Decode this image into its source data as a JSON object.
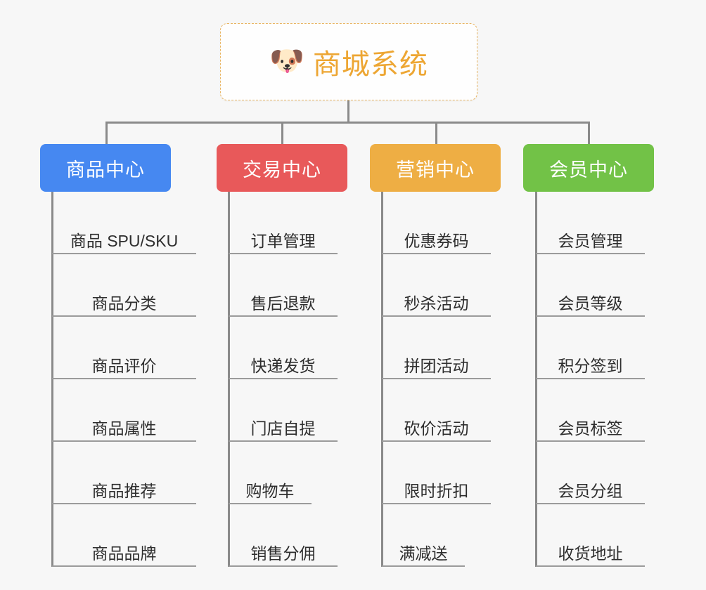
{
  "background_color": "#f7f7f7",
  "root": {
    "icon": "dog-face-emoji",
    "icon_glyph": "🐶",
    "title": "商城系统",
    "title_color": "#eda633",
    "border_color": "#e8b563",
    "background_color": "#fefefe"
  },
  "connector_color": "#8a8a8a",
  "leaf_underline_color": "#9b9b9b",
  "leaf_text_color": "#2e2e2e",
  "categories": [
    {
      "label": "商品中心",
      "color": "#4688f1",
      "items": [
        "商品 SPU/SKU",
        "商品分类",
        "商品评价",
        "商品属性",
        "商品推荐",
        "商品品牌"
      ]
    },
    {
      "label": "交易中心",
      "color": "#e8595a",
      "items": [
        "订单管理",
        "售后退款",
        "快递发货",
        "门店自提",
        "购物车",
        "销售分佣"
      ]
    },
    {
      "label": "营销中心",
      "color": "#eeae44",
      "items": [
        "优惠券码",
        "秒杀活动",
        "拼团活动",
        "砍价活动",
        "限时折扣",
        "满减送"
      ]
    },
    {
      "label": "会员中心",
      "color": "#72c247",
      "items": [
        "会员管理",
        "会员等级",
        "积分签到",
        "会员标签",
        "会员分组",
        "收货地址"
      ]
    }
  ]
}
